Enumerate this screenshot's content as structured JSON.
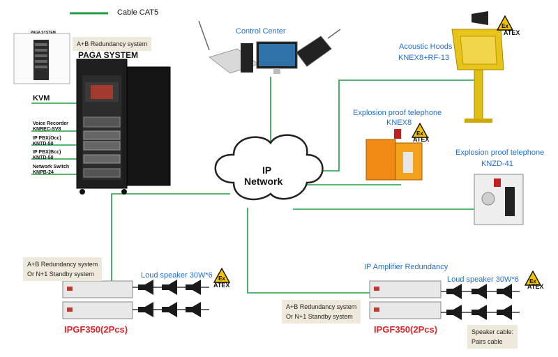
{
  "legend": {
    "label": "Cable CAT5",
    "color": "#1f9d45"
  },
  "cloud": {
    "line1": "IP",
    "line2": "Network"
  },
  "paga": {
    "mini_title": "PAGA SYSTEM",
    "redundancy_note": "A+B Redundancy system",
    "title": "PAGA SYSTEM",
    "devices": [
      {
        "line1": "KVM",
        "line2": ""
      },
      {
        "line1": "Voice Recorder",
        "line2": "KNREC-SV8"
      },
      {
        "line1": "IP PBX(Occ)",
        "line2": "KNTD-50"
      },
      {
        "line1": "IP PBX(Bcc)",
        "line2": "KNTD-50"
      },
      {
        "line1": "Network Switch",
        "line2": "KNPB-24"
      }
    ]
  },
  "control_center": {
    "label": "Control Center"
  },
  "acoustic_hoods": {
    "line1": "Acoustic Hoods",
    "line2": "KNEX8+RF-13"
  },
  "telephone_knex8": {
    "line1": "Explosion proof telephone",
    "line2": "KNEX8"
  },
  "telephone_knzd41": {
    "line1": "Explosion proof telephone",
    "line2": "KNZD-41"
  },
  "atex": {
    "symbol": "Ex",
    "text": "ATEX"
  },
  "left_amp": {
    "note_line1": "A+B Redundancy system",
    "note_line2": "Or N+1 Standby system",
    "speaker_label": "Loud speaker 30W*6",
    "model": "IPGF350(2Pcs)"
  },
  "right_amp": {
    "title": "IP Amplifier Redundancy",
    "note_line1": "A+B Redundancy system",
    "note_line2": "Or N+1 Standby system",
    "speaker_label": "Loud speaker 30W*6",
    "model": "IPGF350(2Pcs)",
    "cable_note_line1": "Speaker cable:",
    "cable_note_line2": "Pairs cable"
  }
}
